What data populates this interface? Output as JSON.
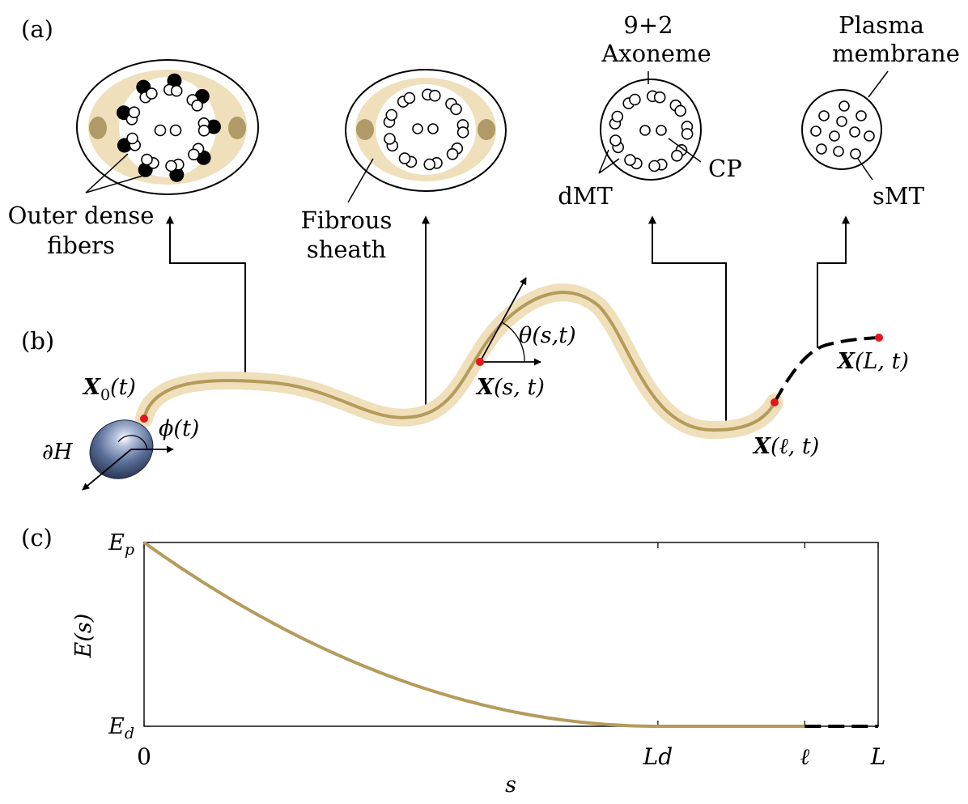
{
  "colors": {
    "tan": "#b59b5b",
    "tan_light": "#efdfba",
    "tan_fill": "#b09a68",
    "head": "#5b6f99",
    "marker": "#e8141b",
    "black": "#000000"
  },
  "panel_a": {
    "label": "(a)",
    "ann_outer_dense": [
      "Outer dense",
      "fibers"
    ],
    "ann_fibrous": [
      "Fibrous",
      "sheath"
    ],
    "ann_axoneme": [
      "9+2",
      "Axoneme"
    ],
    "ann_cp": "CP",
    "ann_dmt": "dMT",
    "ann_plasma": [
      "Plasma",
      "membrane"
    ],
    "ann_smt": "sMT"
  },
  "panel_b": {
    "label": "(b)",
    "x0": "X0(t)",
    "phi": "ϕ(t)",
    "dH": "∂H",
    "xst": "X(s,t)",
    "theta": "θ(s,t)",
    "xlt": "X(ℓ,t)",
    "xLt": "X(L,t)"
  },
  "panel_c": {
    "label": "(c)"
  },
  "chart_data": {
    "type": "line",
    "xlabel": "s",
    "ylabel": "E(s)",
    "x_ticks": [
      {
        "v": 0,
        "label": "0"
      },
      {
        "v": 0.7,
        "label": "Ld"
      },
      {
        "v": 0.9,
        "label": "ℓ"
      },
      {
        "v": 1.0,
        "label": "L"
      }
    ],
    "y_ticks": [
      {
        "v": 1,
        "label": "Ep"
      },
      {
        "v": 0,
        "label": "Ed"
      }
    ],
    "xlim": [
      0,
      1
    ],
    "ylim": [
      0,
      1
    ],
    "series": [
      {
        "style": "solid",
        "x": [
          0,
          0.07,
          0.14,
          0.21,
          0.28,
          0.35,
          0.42,
          0.49,
          0.56,
          0.63,
          0.7,
          0.8,
          0.9
        ],
        "y": [
          1,
          0.81,
          0.64,
          0.49,
          0.36,
          0.25,
          0.16,
          0.09,
          0.04,
          0.01,
          0,
          0,
          0
        ]
      },
      {
        "style": "dashed",
        "x": [
          0.9,
          1.0
        ],
        "y": [
          0,
          0
        ]
      }
    ]
  }
}
